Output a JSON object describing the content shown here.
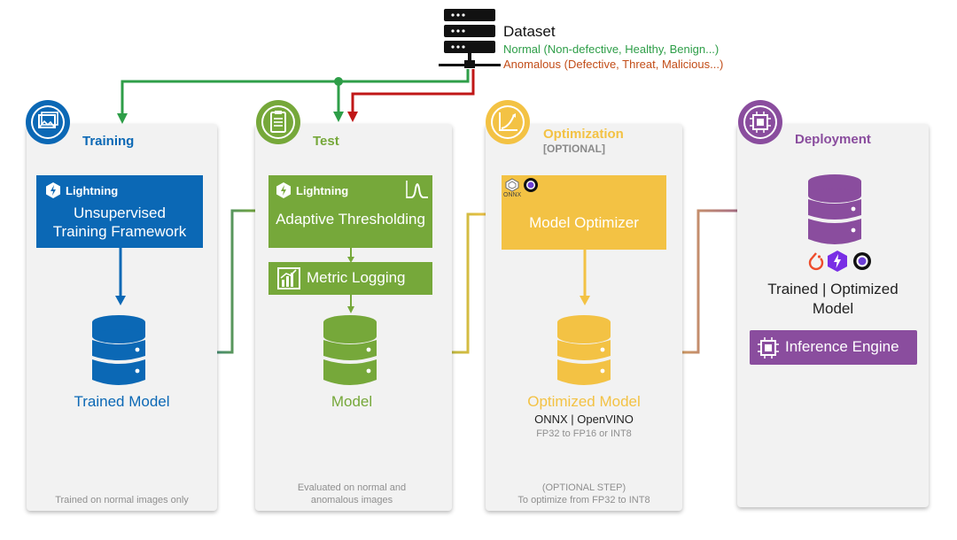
{
  "dataset": {
    "title": "Dataset",
    "normal": "Normal (Non-defective, Healthy, Benign...)",
    "anomalous": "Anomalous (Defective, Threat, Malicious...)"
  },
  "training": {
    "title": "Training",
    "lightning": "Lightning",
    "box_line1": "Unsupervised",
    "box_line2": "Training Framework",
    "model_label": "Trained Model",
    "footer": "Trained on normal images only"
  },
  "test": {
    "title": "Test",
    "lightning": "Lightning",
    "threshold_label": "Adaptive Thresholding",
    "metric_label": "Metric Logging",
    "model_label": "Model",
    "footer_line1": "Evaluated on normal and",
    "footer_line2": "anomalous images"
  },
  "optimization": {
    "title": "Optimization",
    "subtitle": "[OPTIONAL]",
    "onnx": "ONNX",
    "box_label": "Model Optimizer",
    "model_label": "Optimized Model",
    "formats": "ONNX | OpenVINO",
    "precision": "FP32 to FP16 or INT8",
    "footer_line1": "(OPTIONAL STEP)",
    "footer_line2": "To optimize from FP32 to INT8"
  },
  "deployment": {
    "title": "Deployment",
    "model_line1": "Trained | Optimized",
    "model_line2": "Model",
    "engine_label": "Inference Engine"
  },
  "colors": {
    "blue": "#0b68b5",
    "green": "#76a83a",
    "yellow": "#f3c244",
    "purple": "#8a4d9e",
    "red": "#c01717",
    "dataset_green": "#2e9e48",
    "dataset_red": "#c24d18"
  }
}
